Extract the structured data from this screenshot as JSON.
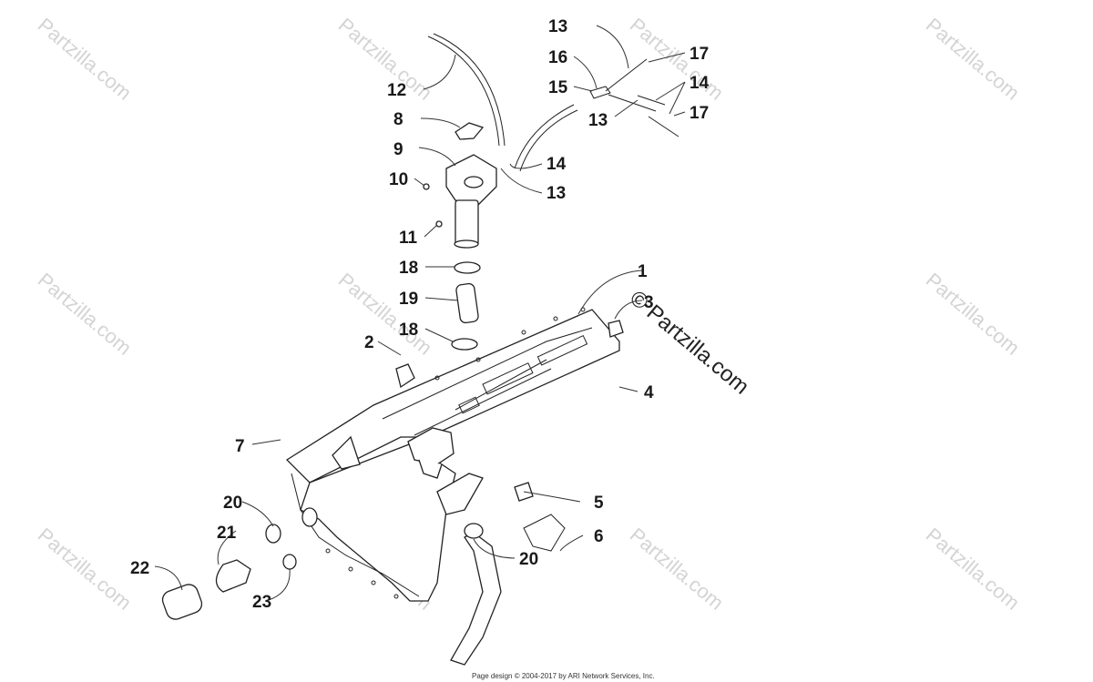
{
  "watermark": {
    "text": "Partzilla.com",
    "symbol": "©"
  },
  "callouts": {
    "c1": "1",
    "c2": "2",
    "c3": "3",
    "c4": "4",
    "c5": "5",
    "c6": "6",
    "c7": "7",
    "c8": "8",
    "c9": "9",
    "c10": "10",
    "c11": "11",
    "c12": "12",
    "c13a": "13",
    "c13b": "13",
    "c13c": "13",
    "c14a": "14",
    "c14b": "14",
    "c15": "15",
    "c16": "16",
    "c17a": "17",
    "c17b": "17",
    "c18a": "18",
    "c18b": "18",
    "c19": "19",
    "c20a": "20",
    "c20b": "20",
    "c21": "21",
    "c22": "22",
    "c23": "23"
  },
  "footer": {
    "text": "Page design © 2004-2017 by ARI Network Services, Inc."
  }
}
